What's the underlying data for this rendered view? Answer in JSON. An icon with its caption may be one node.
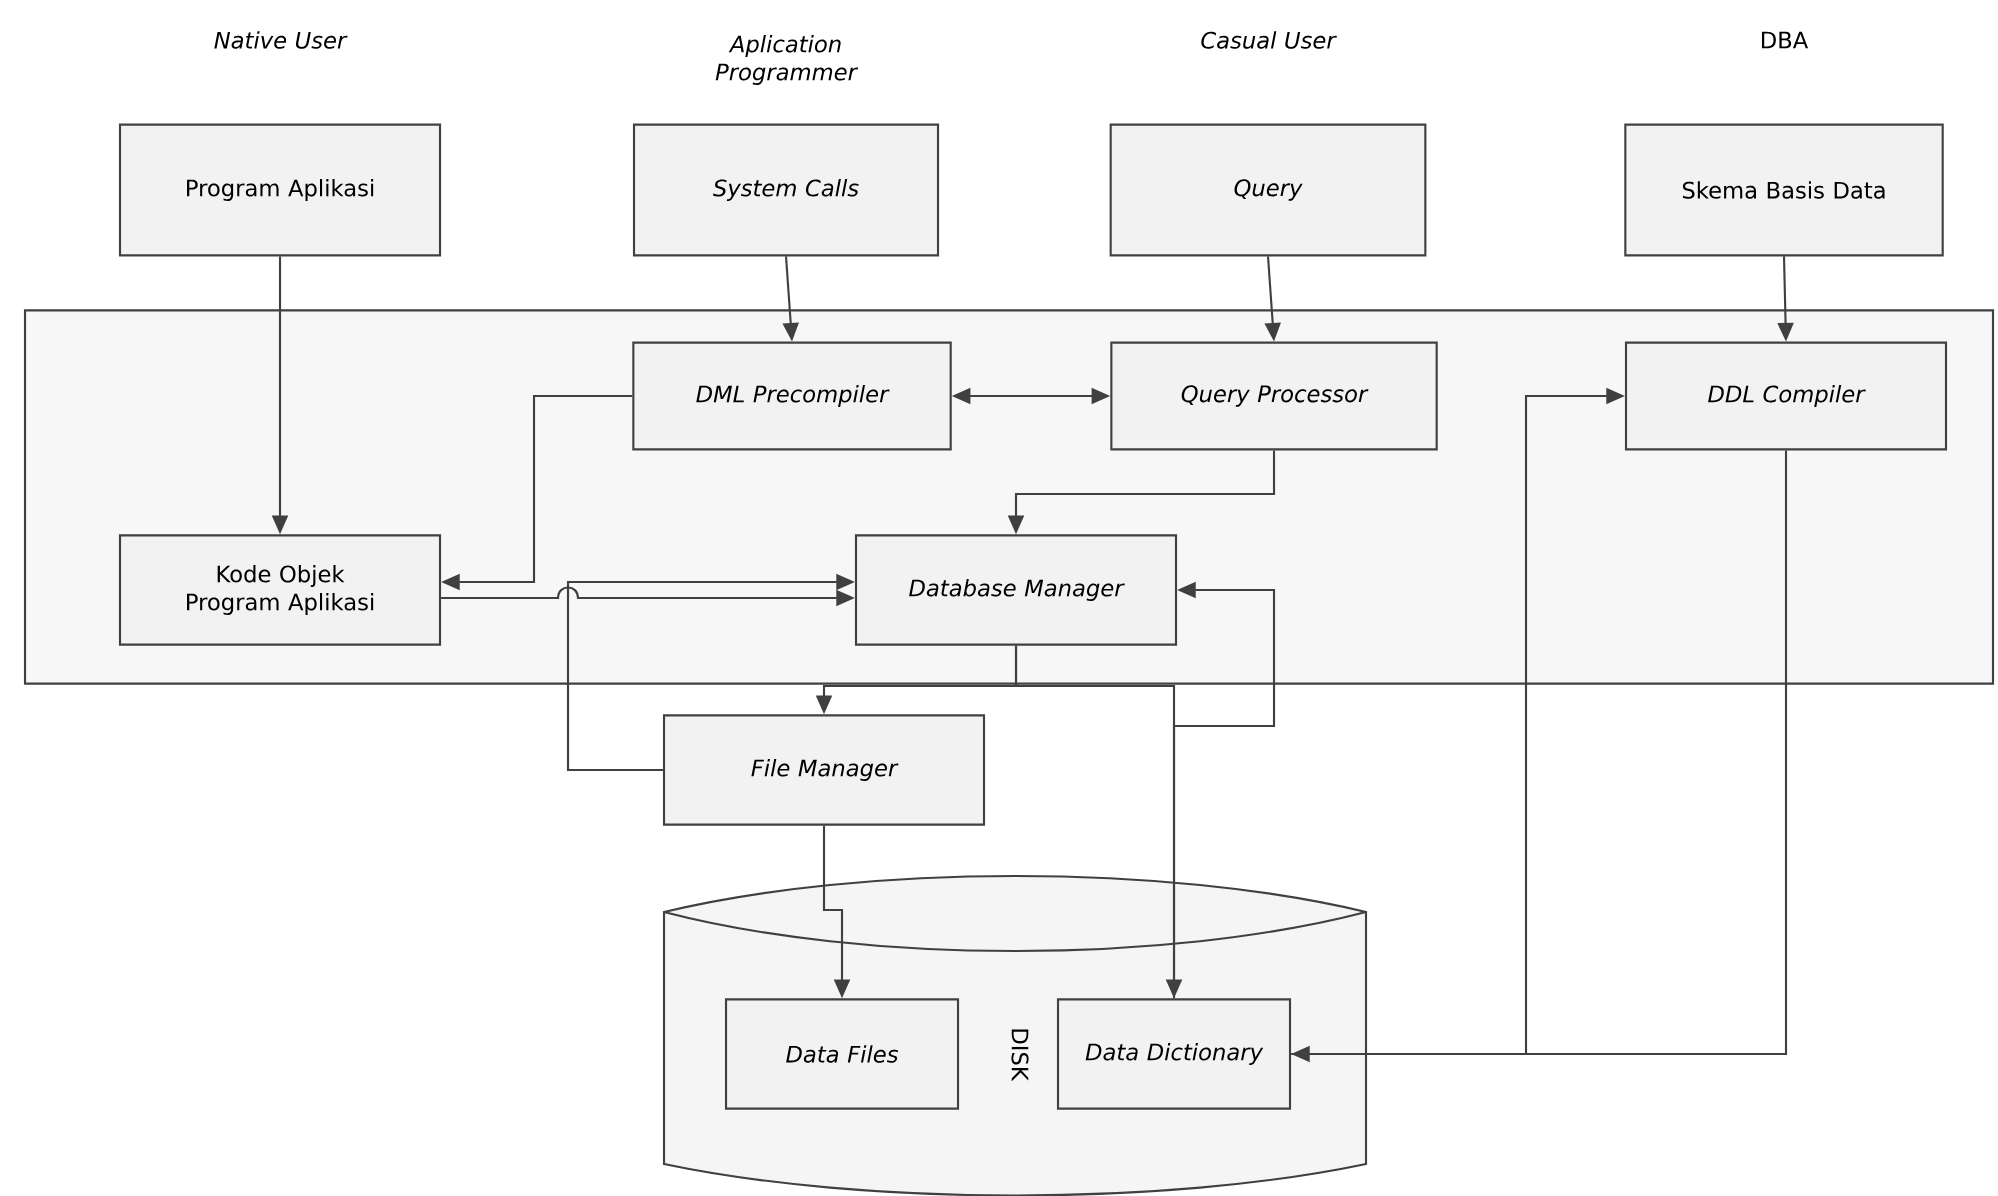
{
  "diagram": {
    "nodes": [
      {
        "text": [
          "Program Aplikasi"
        ],
        "beside": [
          "Native User"
        ]
      },
      {
        "text": [
          "System Calls"
        ],
        "beside": [
          "Aplication Programmer"
        ]
      },
      {
        "text": [
          "Query"
        ],
        "beside": [
          "Casual User"
        ]
      },
      {
        "text": [
          "Skema Basis Data"
        ],
        "beside": [
          "DBA"
        ]
      },
      {
        "text": [],
        "shape": "box"
      },
      {
        "text": [
          "DML Precompiler"
        ],
        "in": 4
      },
      {
        "text": [
          "Query Processor"
        ],
        "in": 4
      },
      {
        "text": [
          "DDL Compiler"
        ],
        "in": 4
      },
      {
        "text": [
          "Kode Objek Program Aplikasi"
        ],
        "in": 4
      },
      {
        "text": [
          "Database Manager"
        ],
        "in": 4
      },
      {
        "text": [
          "File Manager"
        ]
      },
      {
        "text": [
          "DISK"
        ]
      },
      {
        "text": [
          "Data Files"
        ],
        "in": 11
      },
      {
        "text": [
          "Data Dictionary"
        ],
        "in": 11
      }
    ],
    "edges": [
      {
        "from": 0,
        "to": 8,
        "arrow": "to"
      },
      {
        "from": 1,
        "to": 5,
        "arrow": "to"
      },
      {
        "from": 2,
        "to": 6,
        "arrow": "to"
      },
      {
        "from": 3,
        "to": 7,
        "arrow": "to"
      },
      {
        "from": 5,
        "to": 6,
        "arrow": "both"
      },
      {
        "from": 5,
        "to": 8,
        "arrow": "to"
      },
      {
        "from": 6,
        "to": 9,
        "arrow": "to"
      },
      {
        "from": 8,
        "to": 9,
        "arrow": "to"
      },
      {
        "from": 10,
        "to": 9,
        "arrow": "to"
      },
      {
        "from": 9,
        "to": 10,
        "arrow": "to"
      },
      {
        "from": 9,
        "to": 13,
        "arrow": "to"
      },
      {
        "from": 13,
        "to": 9,
        "arrow": "to"
      },
      {
        "from": 7,
        "to": 13,
        "arrow": "to"
      },
      {
        "from": 13,
        "to": 7,
        "arrow": "to"
      },
      {
        "from": 10,
        "to": 12,
        "arrow": "to"
      }
    ]
  }
}
